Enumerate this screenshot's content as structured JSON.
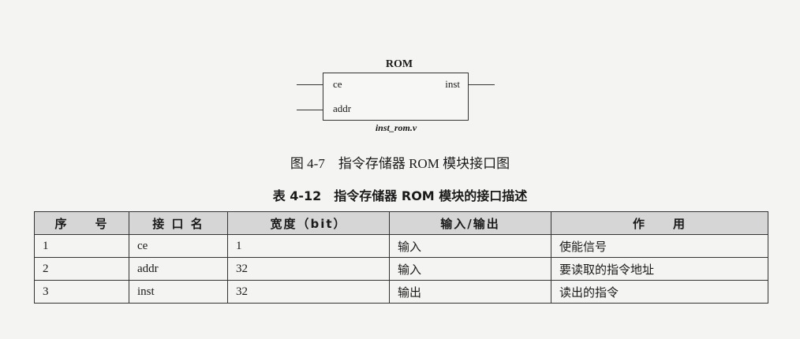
{
  "diagram": {
    "title": "ROM",
    "ports_left": [
      "ce",
      "addr"
    ],
    "ports_right": [
      "inst"
    ],
    "module_file": "inst_rom.v"
  },
  "figure_caption": "图 4-7　指令存储器 ROM 模块接口图",
  "table_title": "表 4-12　指令存储器 ROM 模块的接口描述",
  "table": {
    "headers": [
      "序　　号",
      "接 口 名",
      "宽度（bit）",
      "输入/输出",
      "作　　用"
    ],
    "rows": [
      [
        "1",
        "ce",
        "1",
        "输入",
        "使能信号"
      ],
      [
        "2",
        "addr",
        "32",
        "输入",
        "要读取的指令地址"
      ],
      [
        "3",
        "inst",
        "32",
        "输出",
        "读出的指令"
      ]
    ]
  }
}
